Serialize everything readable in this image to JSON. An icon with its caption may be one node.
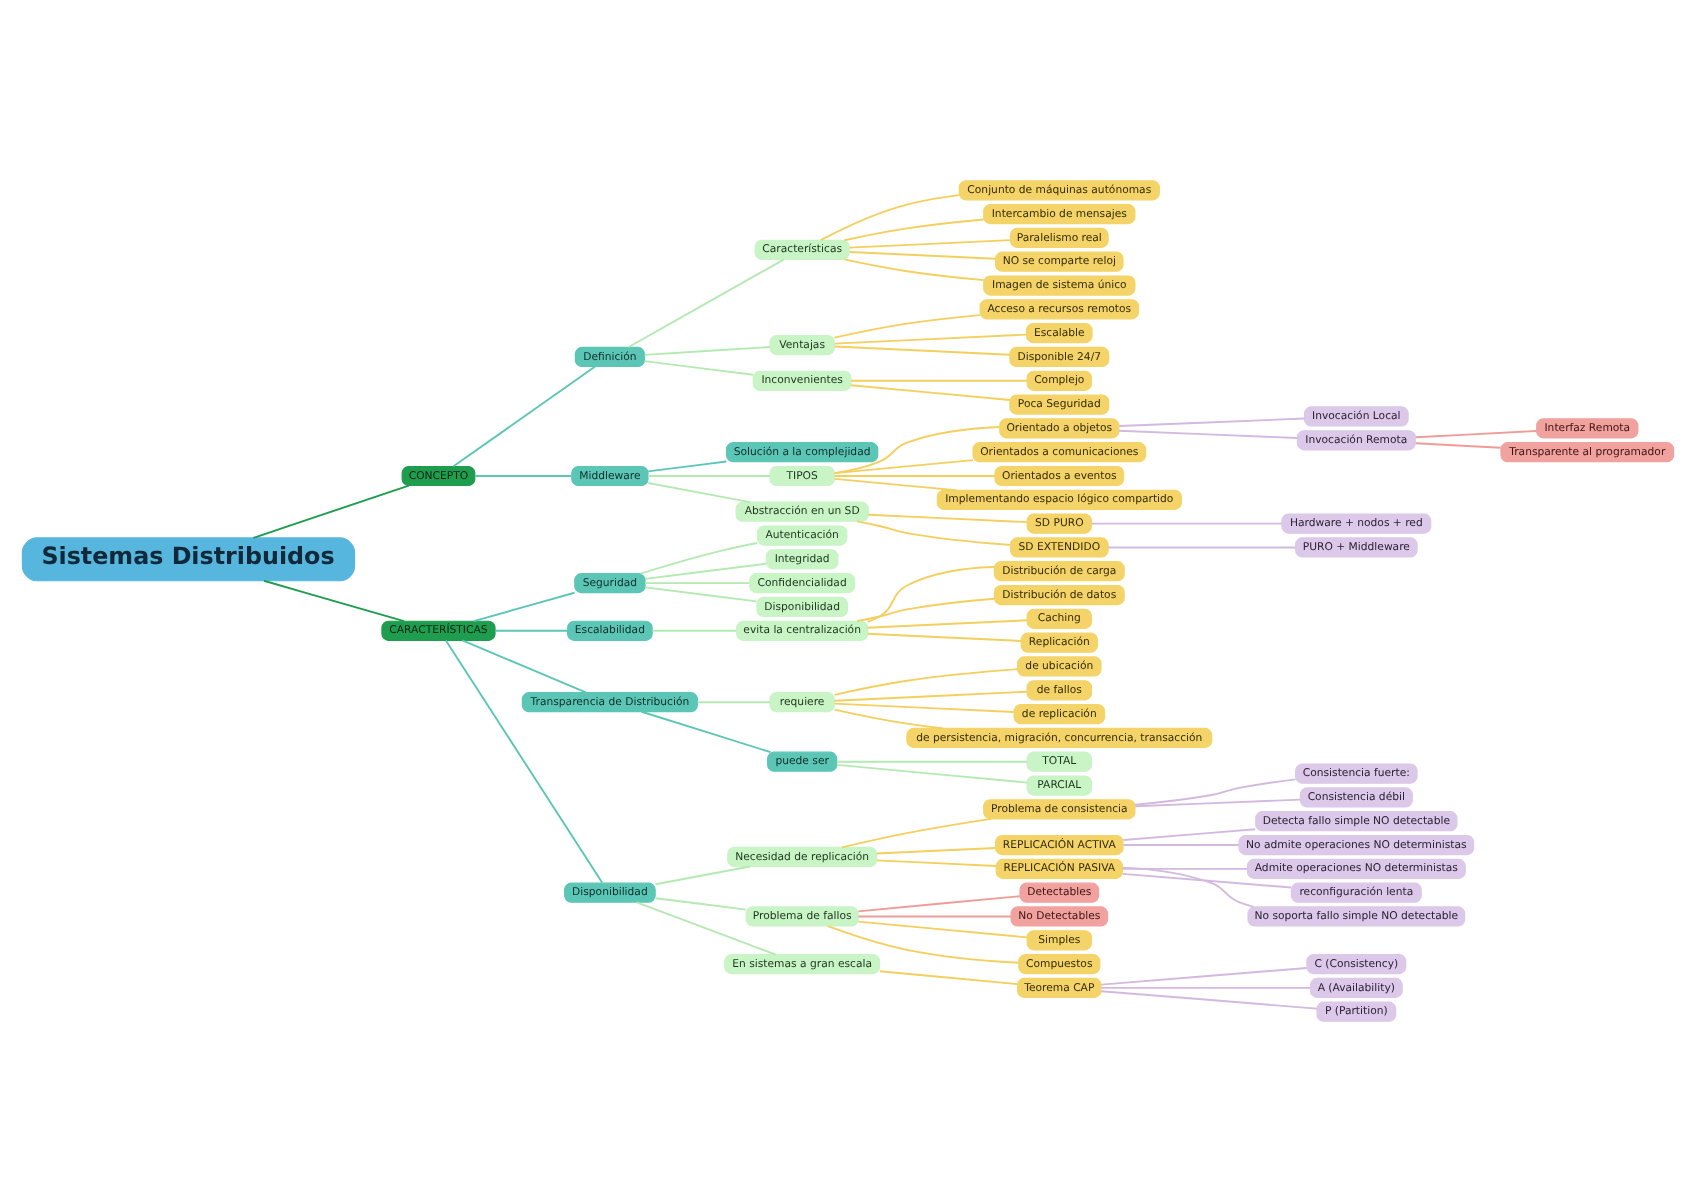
{
  "diagram": {
    "nodes": [
      {
        "text": [
          "Sistemas Distribuidos"
        ]
      },
      {
        "text": [
          "CONCEPTO"
        ]
      },
      {
        "text": [
          "Definición"
        ]
      },
      {
        "text": [
          "Características"
        ]
      },
      {
        "text": [
          "Conjunto de máquinas autónomas"
        ]
      },
      {
        "text": [
          "Intercambio de mensajes"
        ]
      },
      {
        "text": [
          "Paralelismo real"
        ]
      },
      {
        "text": [
          "NO se comparte reloj"
        ]
      },
      {
        "text": [
          "Imagen de sistema único"
        ]
      },
      {
        "text": [
          "Ventajas"
        ]
      },
      {
        "text": [
          "Acceso a recursos remotos"
        ]
      },
      {
        "text": [
          "Escalable"
        ]
      },
      {
        "text": [
          "Disponible 24/7"
        ]
      },
      {
        "text": [
          "Inconvenientes"
        ]
      },
      {
        "text": [
          "Complejo"
        ]
      },
      {
        "text": [
          "Poca Seguridad"
        ]
      },
      {
        "text": [
          "Middleware"
        ]
      },
      {
        "text": [
          "Solución a la complejidad"
        ]
      },
      {
        "text": [
          "TIPOS"
        ]
      },
      {
        "text": [
          "Orientado a objetos"
        ]
      },
      {
        "text": [
          "Invocación Local"
        ]
      },
      {
        "text": [
          "Invocación Remota"
        ]
      },
      {
        "text": [
          "Interfaz Remota"
        ]
      },
      {
        "text": [
          "Transparente al programador"
        ]
      },
      {
        "text": [
          "Orientados a comunicaciones"
        ]
      },
      {
        "text": [
          "Orientados a eventos"
        ]
      },
      {
        "text": [
          "Implementando espacio lógico compartido"
        ]
      },
      {
        "text": [
          "Abstracción en un SD"
        ]
      },
      {
        "text": [
          "SD PURO"
        ]
      },
      {
        "text": [
          "Hardware + nodos + red"
        ]
      },
      {
        "text": [
          "SD EXTENDIDO"
        ]
      },
      {
        "text": [
          "PURO + Middleware"
        ]
      },
      {
        "text": [
          "CARACTERÍSTICAS"
        ]
      },
      {
        "text": [
          "Seguridad"
        ]
      },
      {
        "text": [
          "Autenticación"
        ]
      },
      {
        "text": [
          "Integridad"
        ]
      },
      {
        "text": [
          "Confidencialidad"
        ]
      },
      {
        "text": [
          "Disponibilidad"
        ]
      },
      {
        "text": [
          "Escalabilidad"
        ]
      },
      {
        "text": [
          "evita la centralización"
        ]
      },
      {
        "text": [
          "Distribución de carga"
        ]
      },
      {
        "text": [
          "Distribución de datos"
        ]
      },
      {
        "text": [
          "Caching"
        ]
      },
      {
        "text": [
          "Replicación"
        ]
      },
      {
        "text": [
          "Transparencia de Distribución"
        ]
      },
      {
        "text": [
          "requiere"
        ]
      },
      {
        "text": [
          "de ubicación"
        ]
      },
      {
        "text": [
          "de fallos"
        ]
      },
      {
        "text": [
          "de replicación"
        ]
      },
      {
        "text": [
          "de persistencia, migración, concurrencia, transacción"
        ]
      },
      {
        "text": [
          "puede ser"
        ]
      },
      {
        "text": [
          "TOTAL"
        ]
      },
      {
        "text": [
          "PARCIAL"
        ]
      },
      {
        "text": [
          "Disponibilidad"
        ]
      },
      {
        "text": [
          "Necesidad de replicación"
        ]
      },
      {
        "text": [
          "Problema de consistencia"
        ]
      },
      {
        "text": [
          "Consistencia fuerte:"
        ]
      },
      {
        "text": [
          "Consistencia débil"
        ]
      },
      {
        "text": [
          "REPLICACIÓN ACTIVA"
        ]
      },
      {
        "text": [
          "Detecta fallo simple NO detectable"
        ]
      },
      {
        "text": [
          "No admite operaciones NO deterministas"
        ]
      },
      {
        "text": [
          "REPLICACIÓN PASIVA"
        ]
      },
      {
        "text": [
          "Admite operaciones NO deterministas"
        ]
      },
      {
        "text": [
          "reconfiguración lenta"
        ]
      },
      {
        "text": [
          "No soporta fallo simple NO detectable"
        ]
      },
      {
        "text": [
          "Problema de fallos"
        ]
      },
      {
        "text": [
          "Detectables"
        ]
      },
      {
        "text": [
          "No Detectables"
        ]
      },
      {
        "text": [
          "Simples"
        ]
      },
      {
        "text": [
          "Compuestos"
        ]
      },
      {
        "text": [
          "En sistemas a gran escala"
        ]
      },
      {
        "text": [
          "Teorema CAP"
        ]
      },
      {
        "text": [
          "C (Consistency)"
        ]
      },
      {
        "text": [
          "A (Availability)"
        ]
      },
      {
        "text": [
          "P (Partition)"
        ]
      }
    ],
    "edges": [
      {
        "from": 0,
        "to": 1,
        "arrow": "none",
        "color": "#1f9d4f"
      },
      {
        "from": 1,
        "to": 2,
        "arrow": "none",
        "color": "#5cc6b6"
      },
      {
        "from": 2,
        "to": 3,
        "arrow": "none",
        "color": "#b4eab2"
      },
      {
        "from": 3,
        "to": 4,
        "arrow": "none"
      },
      {
        "from": 3,
        "to": 5,
        "arrow": "none"
      },
      {
        "from": 3,
        "to": 6,
        "arrow": "none"
      },
      {
        "from": 3,
        "to": 7,
        "arrow": "none"
      },
      {
        "from": 3,
        "to": 8,
        "arrow": "none"
      },
      {
        "from": 2,
        "to": 9,
        "arrow": "none",
        "color": "#b4eab2"
      },
      {
        "from": 9,
        "to": 10,
        "arrow": "none"
      },
      {
        "from": 9,
        "to": 11,
        "arrow": "none"
      },
      {
        "from": 9,
        "to": 12,
        "arrow": "none"
      },
      {
        "from": 2,
        "to": 13,
        "arrow": "none",
        "color": "#b4eab2"
      },
      {
        "from": 13,
        "to": 14,
        "arrow": "none"
      },
      {
        "from": 13,
        "to": 15,
        "arrow": "none"
      },
      {
        "from": 1,
        "to": 16,
        "arrow": "none",
        "color": "#5cc6b6"
      },
      {
        "from": 16,
        "to": 17,
        "arrow": "none",
        "color": "#5cc6b6"
      },
      {
        "from": 16,
        "to": 18,
        "arrow": "none",
        "color": "#b4eab2"
      },
      {
        "from": 18,
        "to": 19,
        "arrow": "none"
      },
      {
        "from": 19,
        "to": 20,
        "arrow": "none",
        "color": "#d3b9e0"
      },
      {
        "from": 19,
        "to": 21,
        "arrow": "none",
        "color": "#d3b9e0"
      },
      {
        "from": 21,
        "to": 22,
        "arrow": "none",
        "color": "#ef9c98"
      },
      {
        "from": 21,
        "to": 23,
        "arrow": "none",
        "color": "#ef9c98"
      },
      {
        "from": 18,
        "to": 24,
        "arrow": "none"
      },
      {
        "from": 18,
        "to": 25,
        "arrow": "none"
      },
      {
        "from": 18,
        "to": 26,
        "arrow": "none"
      },
      {
        "from": 16,
        "to": 27,
        "arrow": "none",
        "color": "#b4eab2"
      },
      {
        "from": 27,
        "to": 28,
        "arrow": "none"
      },
      {
        "from": 28,
        "to": 29,
        "arrow": "none",
        "color": "#d3b9e0"
      },
      {
        "from": 27,
        "to": 30,
        "arrow": "none"
      },
      {
        "from": 30,
        "to": 31,
        "arrow": "none",
        "color": "#d3b9e0"
      },
      {
        "from": 0,
        "to": 32,
        "arrow": "none",
        "color": "#1f9d4f"
      },
      {
        "from": 32,
        "to": 33,
        "arrow": "none",
        "color": "#5cc6b6"
      },
      {
        "from": 33,
        "to": 34,
        "arrow": "none",
        "color": "#b4eab2"
      },
      {
        "from": 33,
        "to": 35,
        "arrow": "none",
        "color": "#b4eab2"
      },
      {
        "from": 33,
        "to": 36,
        "arrow": "none",
        "color": "#b4eab2"
      },
      {
        "from": 33,
        "to": 37,
        "arrow": "none",
        "color": "#b4eab2"
      },
      {
        "from": 32,
        "to": 38,
        "arrow": "none",
        "color": "#5cc6b6"
      },
      {
        "from": 38,
        "to": 39,
        "arrow": "none",
        "color": "#b4eab2"
      },
      {
        "from": 39,
        "to": 40,
        "arrow": "none"
      },
      {
        "from": 39,
        "to": 41,
        "arrow": "none"
      },
      {
        "from": 39,
        "to": 42,
        "arrow": "none"
      },
      {
        "from": 39,
        "to": 43,
        "arrow": "none"
      },
      {
        "from": 32,
        "to": 44,
        "arrow": "none",
        "color": "#5cc6b6"
      },
      {
        "from": 44,
        "to": 45,
        "arrow": "none",
        "color": "#b4eab2"
      },
      {
        "from": 45,
        "to": 46,
        "arrow": "none"
      },
      {
        "from": 45,
        "to": 47,
        "arrow": "none"
      },
      {
        "from": 45,
        "to": 48,
        "arrow": "none"
      },
      {
        "from": 45,
        "to": 49,
        "arrow": "none"
      },
      {
        "from": 44,
        "to": 50,
        "arrow": "none",
        "color": "#5cc6b6"
      },
      {
        "from": 50,
        "to": 51,
        "arrow": "none",
        "color": "#b4eab2"
      },
      {
        "from": 50,
        "to": 52,
        "arrow": "none",
        "color": "#b4eab2"
      },
      {
        "from": 32,
        "to": 53,
        "arrow": "none",
        "color": "#5cc6b6"
      },
      {
        "from": 53,
        "to": 54,
        "arrow": "none",
        "color": "#b4eab2"
      },
      {
        "from": 54,
        "to": 55,
        "arrow": "none"
      },
      {
        "from": 55,
        "to": 56,
        "arrow": "none",
        "color": "#d3b9e0"
      },
      {
        "from": 55,
        "to": 57,
        "arrow": "none",
        "color": "#d3b9e0"
      },
      {
        "from": 54,
        "to": 58,
        "arrow": "none"
      },
      {
        "from": 58,
        "to": 59,
        "arrow": "none",
        "color": "#d3b9e0"
      },
      {
        "from": 58,
        "to": 60,
        "arrow": "none",
        "color": "#d3b9e0"
      },
      {
        "from": 54,
        "to": 61,
        "arrow": "none"
      },
      {
        "from": 61,
        "to": 62,
        "arrow": "none",
        "color": "#d3b9e0"
      },
      {
        "from": 61,
        "to": 63,
        "arrow": "none",
        "color": "#d3b9e0"
      },
      {
        "from": 61,
        "to": 64,
        "arrow": "none",
        "color": "#d3b9e0"
      },
      {
        "from": 53,
        "to": 65,
        "arrow": "none",
        "color": "#b4eab2"
      },
      {
        "from": 65,
        "to": 66,
        "arrow": "none",
        "color": "#ef9c98"
      },
      {
        "from": 65,
        "to": 67,
        "arrow": "none",
        "color": "#ef9c98"
      },
      {
        "from": 65,
        "to": 68,
        "arrow": "none"
      },
      {
        "from": 65,
        "to": 69,
        "arrow": "none"
      },
      {
        "from": 53,
        "to": 70,
        "arrow": "none",
        "color": "#b4eab2"
      },
      {
        "from": 70,
        "to": 71,
        "arrow": "none"
      },
      {
        "from": 71,
        "to": 72,
        "arrow": "none",
        "color": "#d3b9e0"
      },
      {
        "from": 71,
        "to": 73,
        "arrow": "none",
        "color": "#d3b9e0"
      },
      {
        "from": 71,
        "to": 74,
        "arrow": "none",
        "color": "#d3b9e0"
      }
    ]
  }
}
